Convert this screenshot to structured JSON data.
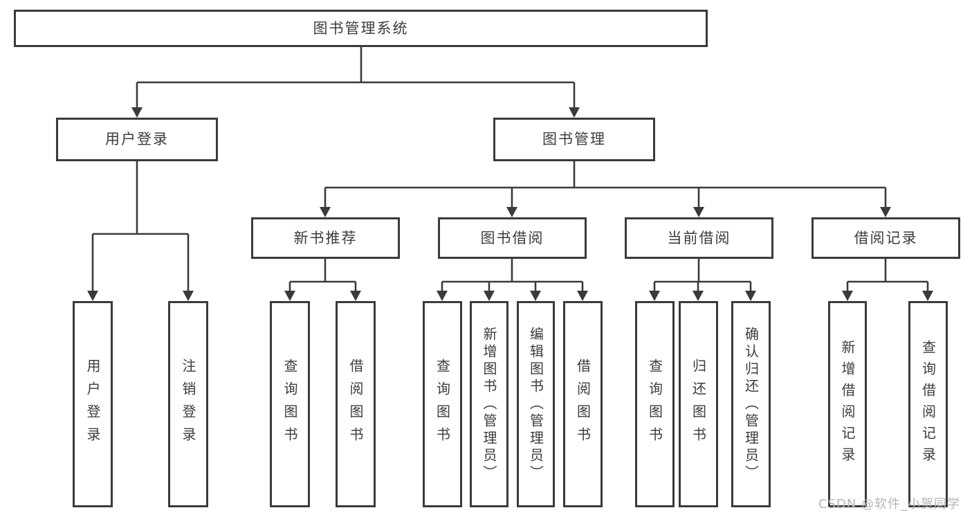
{
  "tree": {
    "root": {
      "label": "图书管理系统"
    },
    "children": [
      {
        "label": "用户登录",
        "children": [
          {
            "label": "用户登录"
          },
          {
            "label": "注销登录"
          }
        ]
      },
      {
        "label": "图书管理",
        "children": [
          {
            "label": "新书推荐",
            "children": [
              {
                "label": "查询图书"
              },
              {
                "label": "借阅图书"
              }
            ]
          },
          {
            "label": "图书借阅",
            "children": [
              {
                "label": "查询图书"
              },
              {
                "label": "新增图书（管理员）"
              },
              {
                "label": "编辑图书（管理员）"
              },
              {
                "label": "借阅图书"
              }
            ]
          },
          {
            "label": "当前借阅",
            "children": [
              {
                "label": "查询图书"
              },
              {
                "label": "归还图书"
              },
              {
                "label": "确认归还（管理员）"
              }
            ]
          },
          {
            "label": "借阅记录",
            "children": [
              {
                "label": "新增借阅记录"
              },
              {
                "label": "查询借阅记录"
              }
            ]
          }
        ]
      }
    ]
  },
  "watermark": "CSDN @软件_小贺同学",
  "colors": {
    "line": "#3a3a3a",
    "text": "#3c3c3c",
    "watermark": "#b5b5b5",
    "background": "#ffffff"
  }
}
